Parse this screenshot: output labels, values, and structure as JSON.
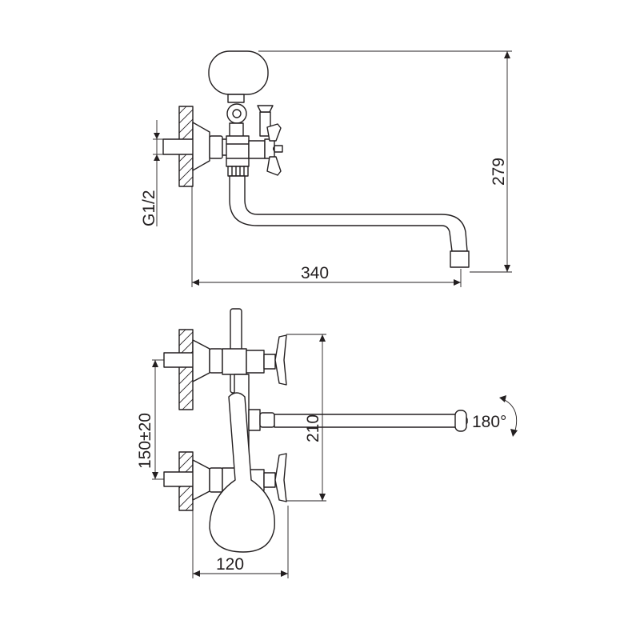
{
  "dimensions": {
    "top_width": "340",
    "top_height": "279",
    "thread": "G1/2",
    "bottom_spacing": "150±20",
    "bottom_height": "210",
    "bottom_width": "120",
    "rotation": "180°"
  },
  "colors": {
    "line": "#231f20",
    "background": "#ffffff"
  }
}
